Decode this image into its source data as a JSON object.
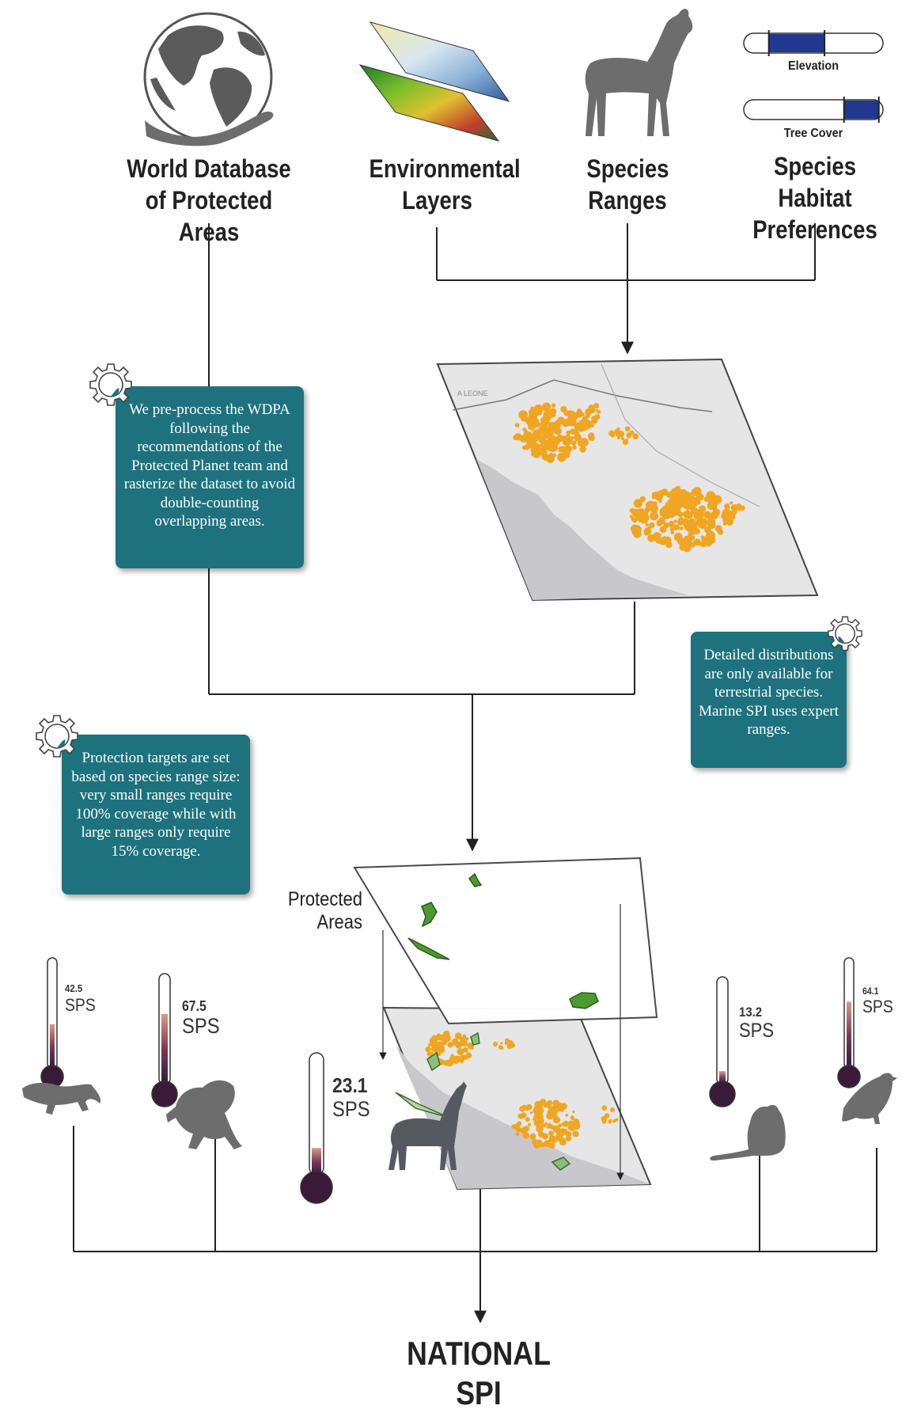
{
  "sources": {
    "wdpa": "World Database of Protected Areas",
    "environmental": "Environmental Layers",
    "species_ranges": "Species Ranges",
    "habitat_preferences": "Species Habitat Preferences"
  },
  "sliders": [
    {
      "label": "Elevation",
      "range_start": 0.18,
      "range_end": 0.58
    },
    {
      "label": "Tree Cover",
      "range_start": 0.72,
      "range_end": 0.97
    }
  ],
  "map_label": "A LEONE",
  "notes": {
    "wdpa": "We pre-process the WDPA following the recommendations of the Protected Planet team and rasterize the dataset to avoid double-counting overlapping areas.",
    "marine": "Detailed distributions are only available for terrestrial species. Marine SPI uses expert ranges.",
    "targets": "Protection targets are set based on species range size: very small ranges require 100% coverage while with large ranges only require 15% coverage."
  },
  "protected_areas_label": "Protected\nAreas",
  "species_scores": [
    {
      "animal": "lizard",
      "value": "42.5",
      "unit": "SPS",
      "fill": 0.425
    },
    {
      "animal": "frog",
      "value": "67.5",
      "unit": "SPS",
      "fill": 0.675
    },
    {
      "animal": "antelope",
      "value": "23.1",
      "unit": "SPS",
      "fill": 0.231
    },
    {
      "animal": "rat",
      "value": "13.2",
      "unit": "SPS",
      "fill": 0.132
    },
    {
      "animal": "bird",
      "value": "64.1",
      "unit": "SPS",
      "fill": 0.641
    }
  ],
  "output": "NATIONAL\nSPI",
  "colors": {
    "note_bg": "#1d727e",
    "range_orange": "#f0a622",
    "protected_green": "#4d9a2e",
    "slider_fill": "#21388f",
    "thermo_dark": "#3a1a38",
    "silhouette": "#6d6d6d"
  }
}
